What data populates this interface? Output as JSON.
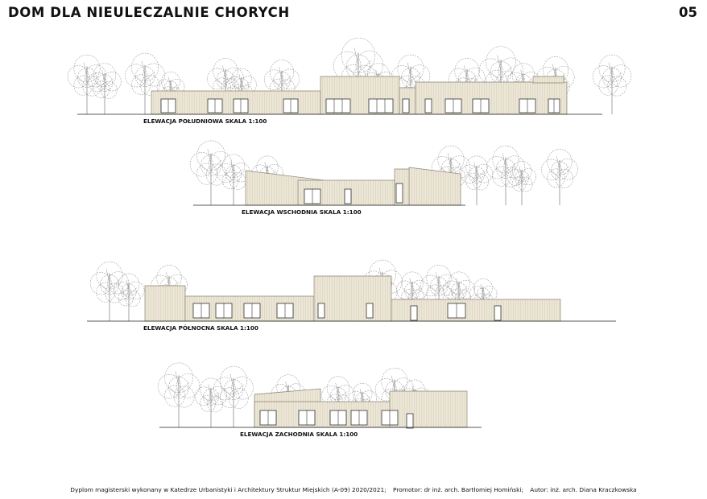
{
  "header": {
    "title": "DOM DLA NIEULECZALNIE CHORYCH",
    "page_number": "05"
  },
  "elevations": [
    {
      "label": "ELEWACJA POŁUDNIOWA  SKALA 1:100"
    },
    {
      "label": "ELEWACJA WSCHODNIA  SKALA 1:100"
    },
    {
      "label": "ELEWACJA PÓŁNOCNA  SKALA 1:100"
    },
    {
      "label": "ELEWACJA ZACHODNIA  SKALA 1:100"
    }
  ],
  "footer": {
    "diploma": "Dyplom magisterski wykonany w Katedrze Urbanistyki i Architektury Struktur Miejskich (A-09)  2020/2021;",
    "promoter": "Promotor: dr inż. arch. Bartłomiej Homiński;",
    "author": "Autor:  inż. arch. Diana Kraczkowska"
  },
  "colors": {
    "facade": "#ece6d6",
    "facade_stroke": "#8a8476",
    "tree": "#9a9a9a",
    "ground": "#222222"
  }
}
